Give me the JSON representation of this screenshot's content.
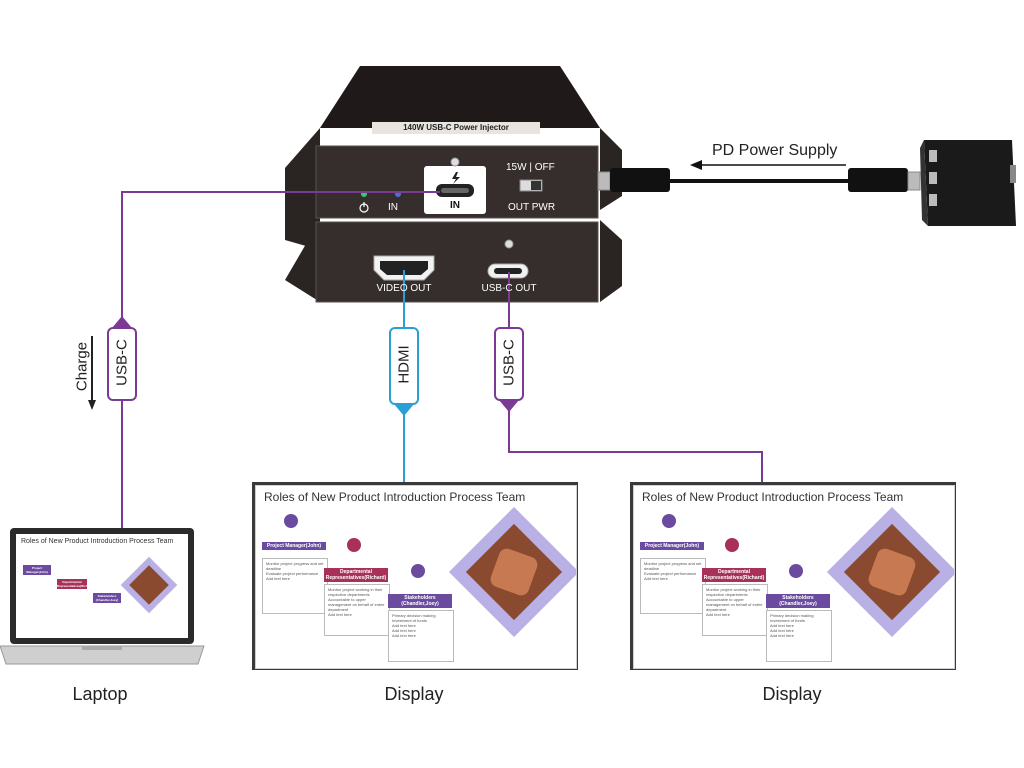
{
  "injector": {
    "title": "140W USB-C Power Injector",
    "in_port_label": "IN",
    "led_power_icon": "power-icon",
    "led_in_label": "IN",
    "switch_label_top": "15W | OFF",
    "switch_label_bottom": "OUT PWR",
    "video_out_label": "VIDEO OUT",
    "usbc_out_label": "USB-C OUT"
  },
  "cables": {
    "pd_supply_label": "PD Power Supply",
    "laptop_cable_tag": "USB-C",
    "laptop_direction_label": "Charge",
    "hdmi_tag": "HDMI",
    "usbc_out_tag": "USB-C"
  },
  "devices": {
    "laptop_label": "Laptop",
    "display1_label": "Display",
    "display2_label": "Display"
  },
  "slide": {
    "title": "Roles of New Product Introduction Process Team",
    "box1_title": "Project Manager(John)",
    "box1_items": [
      "Monitor project progress and set deadline",
      "Evaluate project performance",
      "Add text here"
    ],
    "box2_title": "Departmental Representatives(Richard)",
    "box2_items": [
      "Monitor project working in their respective departments",
      "Accountable to upper management on behalf of entire department",
      "Add text here"
    ],
    "box3_title": "Stakeholders (Chandler,Joey)",
    "box3_items": [
      "Primary decision making",
      "Investment of funds",
      "Add text here",
      "Add text here",
      "Add text here"
    ]
  },
  "colors": {
    "purple_cable": "#7b3b95",
    "hdmi_cable": "#2a9fd6",
    "device_body": "#2e2826",
    "slide_accent": "#6a4ba0",
    "slide_red": "#a8315a"
  }
}
